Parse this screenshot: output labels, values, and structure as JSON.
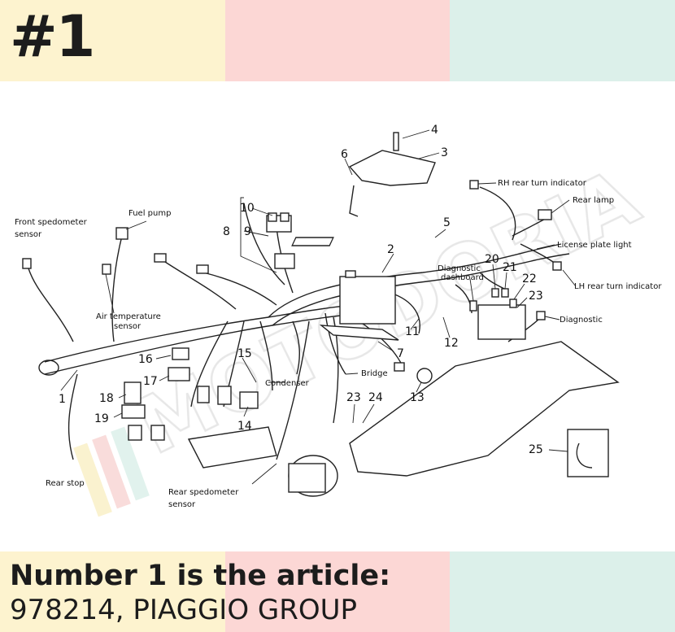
{
  "header": {
    "badge": "#1"
  },
  "footer": {
    "line1": "Number 1 is the article:",
    "line2": "978214, PIAGGIO GROUP"
  },
  "watermark": {
    "text": "MOTODORIA"
  },
  "colors": {
    "band_yellow": "#fdf3cf",
    "band_pink": "#fcd7d5",
    "band_mint": "#dcf0ea",
    "ink": "#1c1c1c"
  },
  "diagram": {
    "labels": {
      "front_speed_sensor": [
        "Front spedometer",
        "sensor"
      ],
      "fuel_pump": "Fuel pump",
      "air_temp_sensor": [
        "Air temperature",
        "sensor"
      ],
      "rh_rear_turn": "RH rear turn indicator",
      "rear_lamp": "Rear lamp",
      "license_plate_light": "License plate light",
      "lh_rear_turn": "LH rear turn indicator",
      "diagnostic_dashboard": [
        "Diagnostic",
        "dashboard"
      ],
      "diagnostic": "Diagnostic",
      "condenser": "Condenser",
      "bridge": "Bridge",
      "rear_stop": "Rear stop",
      "rear_speed_sensor": [
        "Rear spedometer",
        "sensor"
      ]
    },
    "callouts": [
      "1",
      "2",
      "3",
      "4",
      "5",
      "6",
      "7",
      "8",
      "9",
      "10",
      "11",
      "12",
      "13",
      "14",
      "15",
      "16",
      "17",
      "18",
      "19",
      "20",
      "21",
      "22",
      "23",
      "23",
      "24",
      "25"
    ]
  }
}
